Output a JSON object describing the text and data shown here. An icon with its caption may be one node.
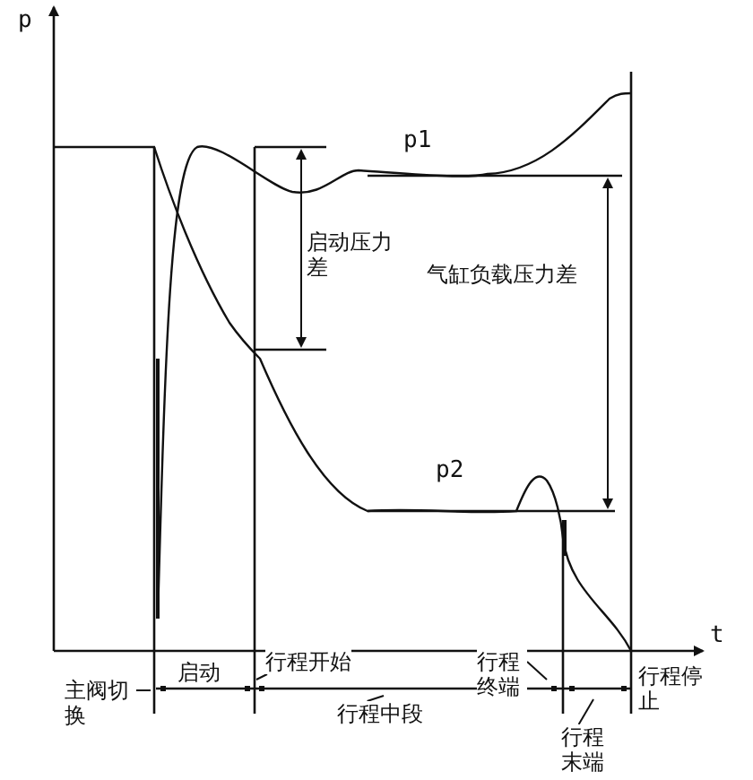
{
  "diagram": {
    "nodes": [
      {
        "text": [
          "主阀切换"
        ]
      },
      {
        "text": [
          "行程开始"
        ]
      },
      {
        "text": [
          "行程中段"
        ]
      },
      {
        "text": [
          "行程终端"
        ]
      },
      {
        "text": [
          "行程末端"
        ]
      }
    ],
    "edges": [
      {
        "from": 0,
        "to": null,
        "arrow": "none"
      },
      {
        "from": 1,
        "to": null,
        "arrow": "none"
      },
      {
        "from": 2,
        "to": null,
        "arrow": "none"
      },
      {
        "from": 3,
        "to": null,
        "arrow": "none"
      },
      {
        "from": 4,
        "to": null,
        "arrow": "none"
      }
    ],
    "labels": [
      "p",
      "p1",
      "启动压力差",
      "气缸负载压力差",
      "p2",
      "t",
      "启动",
      "行程停止"
    ]
  }
}
